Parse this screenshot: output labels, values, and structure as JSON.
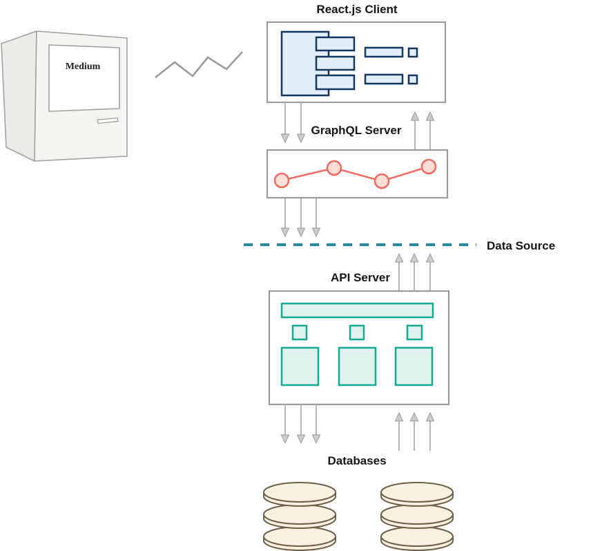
{
  "diagram": {
    "computer": {
      "screen_label": "Medium"
    },
    "client": {
      "title": "React.js Client"
    },
    "graphql": {
      "title": "GraphQL Server"
    },
    "divider": {
      "label": "Data Source"
    },
    "api": {
      "title": "API Server"
    },
    "databases": {
      "label": "Databases"
    }
  },
  "colors": {
    "box_border": "#9a9a9a",
    "client_block_stroke": "#12365e",
    "client_block_fill": "#e3edf8",
    "chart_stroke": "#f2695f",
    "chart_fill": "#fbded8",
    "api_block_stroke": "#10ab92",
    "api_block_fill": "#dff2ee",
    "divider_line": "#28899a",
    "arrow": "#b7b7b7",
    "database_stroke": "#6e5f46",
    "database_fill": "#f7f0e3",
    "text": "#161616"
  }
}
